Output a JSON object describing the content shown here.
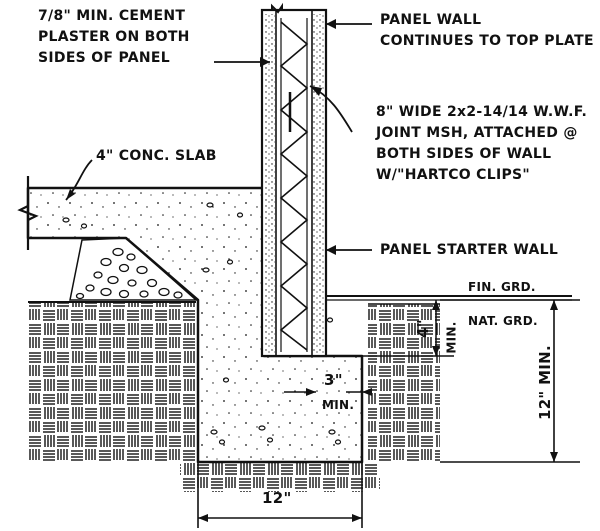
{
  "labels": {
    "cement_plaster": [
      "7/8\" MIN. CEMENT",
      "PLASTER ON BOTH",
      "SIDES OF PANEL"
    ],
    "panel_wall": [
      "PANEL WALL",
      "CONTINUES TO TOP PLATE"
    ],
    "joint_mesh": [
      "8\" WIDE 2x2-14/14 W.W.F.",
      "JOINT MSH, ATTACHED @",
      "BOTH SIDES OF WALL",
      "W/\"HARTCO CLIPS\""
    ],
    "conc_slab": "4\" CONC. SLAB",
    "panel_starter_wall": "PANEL STARTER WALL",
    "fin_grd": "FIN. GRD.",
    "nat_grd": "NAT. GRD.",
    "dim_4_in": "4\"",
    "dim_min_a": "MIN.",
    "dim_3_in": "3\"",
    "dim_min_b": "MIN.",
    "dim_12_min": "12\" MIN.",
    "dim_12_in": "12\""
  },
  "colors": {
    "ink": "#111111",
    "paper": "#ffffff"
  }
}
